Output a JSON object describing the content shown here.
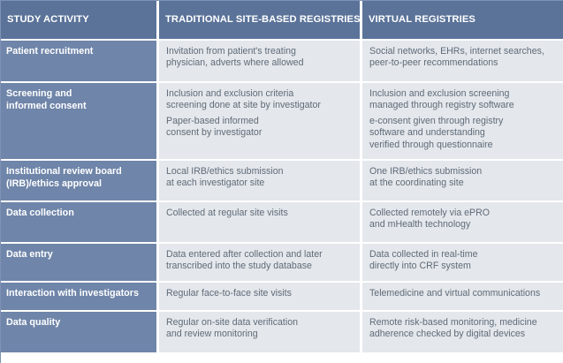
{
  "headers": [
    "STUDY ACTIVITY",
    "TRADITIONAL SITE-BASED REGISTRIES",
    "VIRTUAL REGISTRIES"
  ],
  "rows": [
    {
      "activity": "Patient recruitment",
      "traditional": [
        "Invitation from patient's treating\nphysician, adverts where allowed"
      ],
      "virtual": [
        "Social networks, EHRs, internet searches,\npeer-to-peer recommendations"
      ]
    },
    {
      "activity": "Screening and\ninformed consent",
      "traditional": [
        "Inclusion and exclusion criteria\nscreening done at site by investigator",
        "Paper-based informed\nconsent by investigator"
      ],
      "virtual": [
        "Inclusion and exclusion screening\nmanaged through registry software",
        "e-consent given through registry\nsoftware and understanding\nverified through questionnaire"
      ]
    },
    {
      "activity": "Institutional review board\n(IRB)/ethics approval",
      "traditional": [
        "Local IRB/ethics submission\nat each investigator site"
      ],
      "virtual": [
        "One IRB/ethics submission\nat the coordinating site"
      ]
    },
    {
      "activity": "Data collection",
      "traditional": [
        "Collected at regular site visits"
      ],
      "virtual": [
        "Collected remotely via ePRO\nand mHealth technology"
      ]
    },
    {
      "activity": "Data entry",
      "traditional": [
        "Data entered after collection and later\ntranscribed into the study database"
      ],
      "virtual": [
        "Data collected in real-time\ndirectly into CRF system"
      ]
    },
    {
      "activity": "Interaction with investigators",
      "traditional": [
        "Regular face-to-face site visits"
      ],
      "virtual": [
        "Telemedicine and virtual communications"
      ]
    },
    {
      "activity": "Data quality",
      "traditional": [
        "Regular on-site data verification\nand review monitoring"
      ],
      "virtual": [
        "Remote risk-based monitoring, medicine\nadherence checked by digital devices"
      ]
    }
  ],
  "colors": {
    "header_bg": "#5b7399",
    "label_bg": "#6f85a9",
    "cell_bg": "#e4e7eb",
    "cell_text": "#5f6b78",
    "divider": "#ffffff"
  }
}
